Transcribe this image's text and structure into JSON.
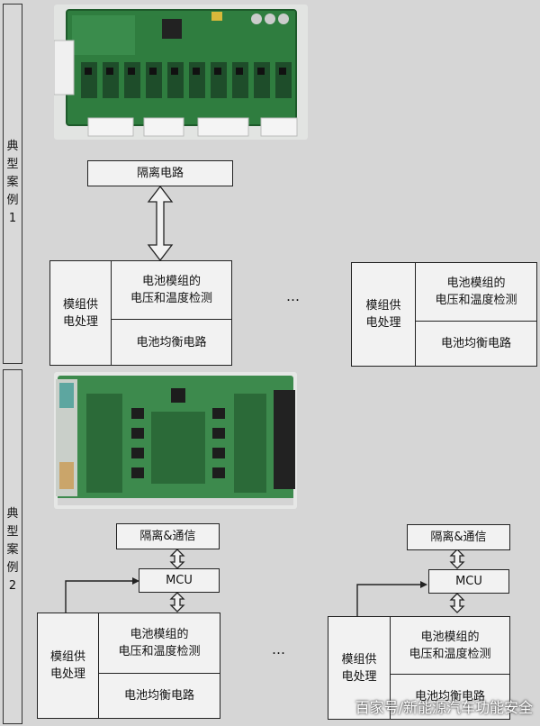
{
  "case1": {
    "label": [
      "典",
      "型",
      "案",
      "例",
      "1"
    ],
    "isolation": "隔离电路",
    "left": {
      "power": [
        "模组供",
        "电处理"
      ],
      "detect": [
        "电池模组的",
        "电压和温度检测"
      ],
      "balance": "电池均衡电路"
    },
    "ellipsis": "…",
    "right": {
      "power": [
        "模组供",
        "电处理"
      ],
      "detect": [
        "电池模组的",
        "电压和温度检测"
      ],
      "balance": "电池均衡电路"
    }
  },
  "case2": {
    "label": [
      "典",
      "型",
      "案",
      "例",
      "2"
    ],
    "left": {
      "comm": "隔离&通信",
      "mcu": "MCU",
      "power": [
        "模组供",
        "电处理"
      ],
      "detect": [
        "电池模组的",
        "电压和温度检测"
      ],
      "balance": "电池均衡电路"
    },
    "ellipsis": "…",
    "right": {
      "comm": "隔离&通信",
      "mcu": "MCU",
      "power": [
        "模组供",
        "电处理"
      ],
      "detect": [
        "电池模组的",
        "电压和温度检测"
      ],
      "balance": "电池均衡电路"
    }
  },
  "watermark": "百家号/新能源汽车功能安全"
}
